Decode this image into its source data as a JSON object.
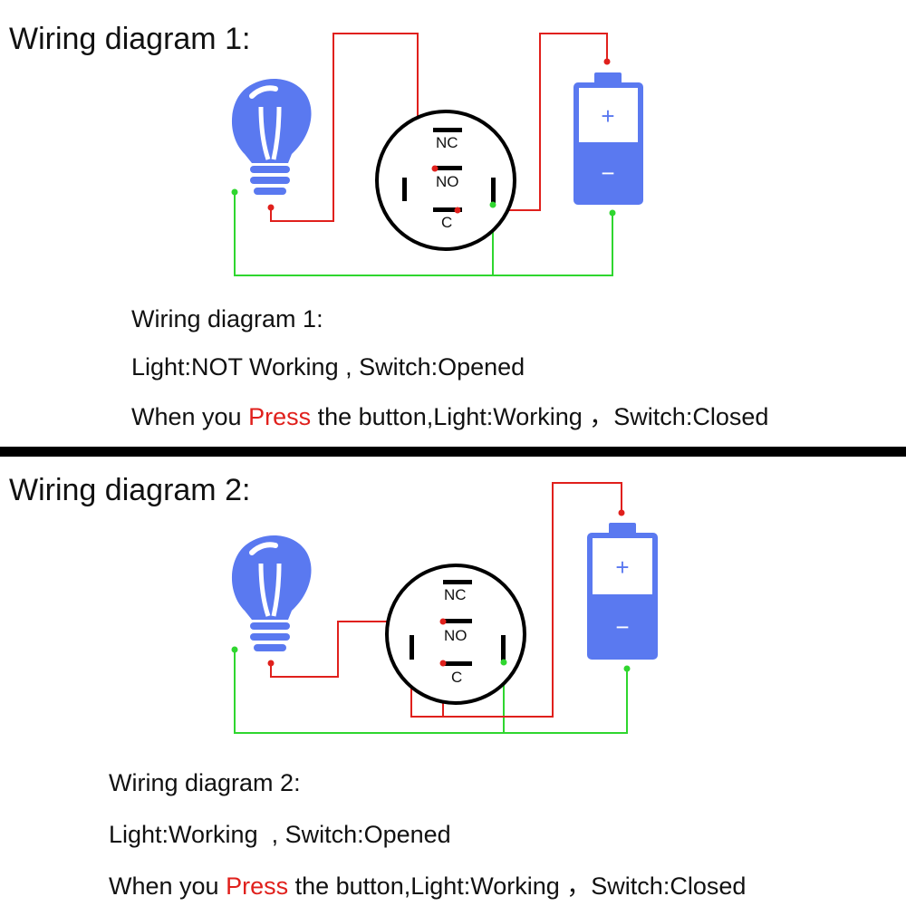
{
  "colors": {
    "lamp": "#5a79f0",
    "hot_wire": "#e0201c",
    "return_wire": "#2fd62f",
    "ink": "#000000"
  },
  "diagram1": {
    "heading": "Wiring diagram 1:",
    "caption_title": "Wiring diagram 1:",
    "line1": "Light:NOT Working , Switch:Opened",
    "line2_prefix": "When you ",
    "line2_highlight": "Press",
    "line2_suffix": " the button,Light:Working ，Switch:Closed",
    "terminals": {
      "nc": "NC",
      "no": "NO",
      "c": "C"
    },
    "battery": {
      "plus": "+",
      "minus": "−"
    }
  },
  "diagram2": {
    "heading": "Wiring diagram 2:",
    "caption_title": "Wiring diagram 2:",
    "line1": "Light:Working  , Switch:Opened",
    "line2_prefix": "When you ",
    "line2_highlight": "Press",
    "line2_suffix": " the button,Light:Working ，Switch:Closed",
    "terminals": {
      "nc": "NC",
      "no": "NO",
      "c": "C"
    },
    "battery": {
      "plus": "+",
      "minus": "−"
    }
  }
}
